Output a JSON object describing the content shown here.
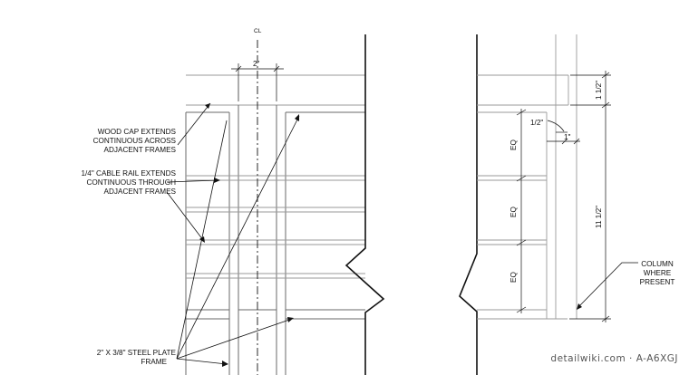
{
  "centerline_symbol": "CL",
  "dimensions": {
    "frame_width": "2\"",
    "cap_height": "1 1/2\"",
    "offset_half": "1/2\"",
    "offset_one": "1\"",
    "eq": "EQ",
    "frame_height": "11 1/2\""
  },
  "notes": {
    "wood_cap": [
      "WOOD CAP EXTENDS",
      "CONTINUOUS ACROSS",
      "ADJACENT FRAMES"
    ],
    "cable_rail": [
      "1/4\" CABLE RAIL EXTENDS",
      "CONTINUOUS THROUGH",
      "ADJACENT FRAMES"
    ],
    "steel_frame": [
      "2\" X 3/8\" STEEL PLATE",
      "FRAME"
    ],
    "column": [
      "COLUMN",
      "WHERE",
      "PRESENT"
    ]
  },
  "watermark": "detailwiki.com · A-A6XGJ"
}
